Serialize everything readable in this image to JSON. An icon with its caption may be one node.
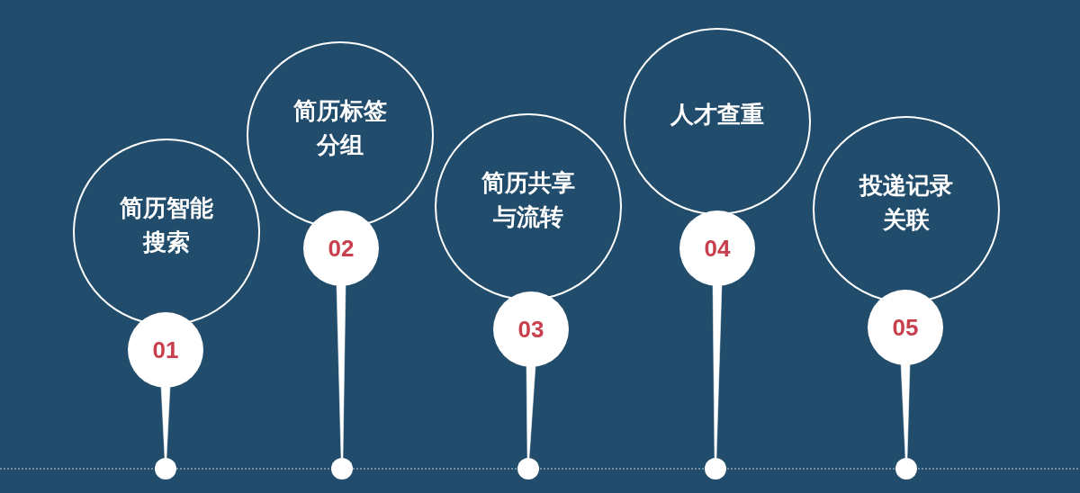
{
  "diagram": {
    "nodes": [
      {
        "text": [
          "简历智能搜索"
        ]
      },
      {
        "text": [
          "01"
        ]
      },
      {
        "text": [],
        "shape": "circle"
      },
      {
        "text": [
          "简历标签分组"
        ]
      },
      {
        "text": [
          "02"
        ]
      },
      {
        "text": [],
        "shape": "circle"
      },
      {
        "text": [
          "简历共享与流转"
        ]
      },
      {
        "text": [
          "03"
        ]
      },
      {
        "text": [],
        "shape": "circle"
      },
      {
        "text": [
          "人才查重"
        ]
      },
      {
        "text": [
          "04"
        ]
      },
      {
        "text": [],
        "shape": "circle"
      },
      {
        "text": [
          "投递记录关联"
        ]
      },
      {
        "text": [
          "05"
        ]
      },
      {
        "text": [],
        "shape": "circle"
      }
    ],
    "edges": [
      {
        "from": 1,
        "to": 2,
        "arrow": "none"
      },
      {
        "from": 4,
        "to": 5,
        "arrow": "none"
      },
      {
        "from": 7,
        "to": 8,
        "arrow": "none"
      },
      {
        "from": 10,
        "to": 11,
        "arrow": "none"
      },
      {
        "from": 13,
        "to": 14,
        "arrow": "none"
      }
    ]
  }
}
